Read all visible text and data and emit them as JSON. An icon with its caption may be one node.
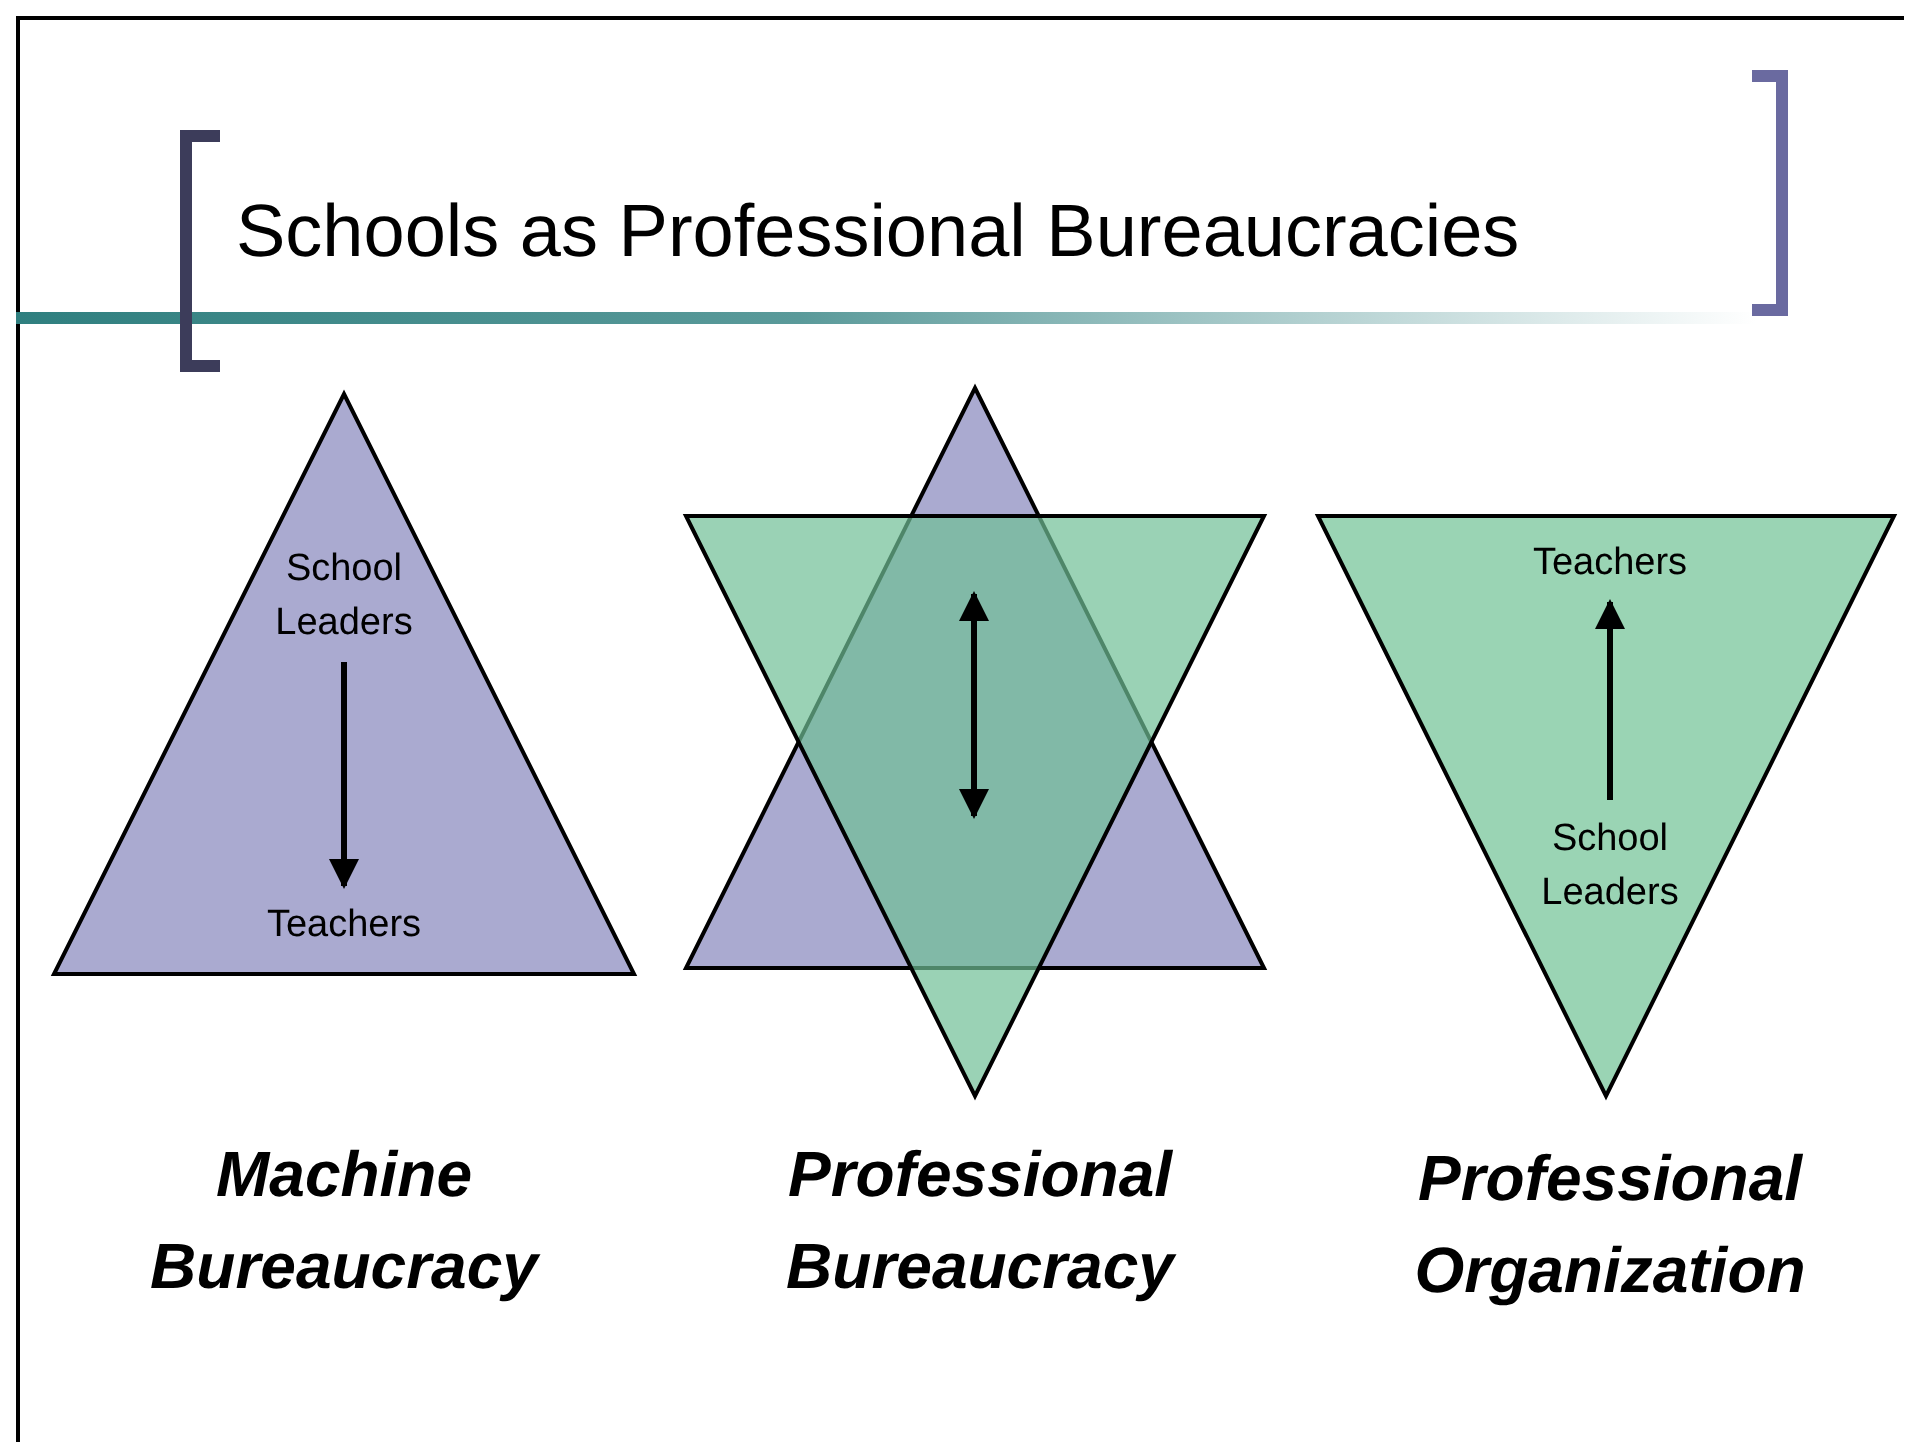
{
  "diagram": {
    "title": "Schools as Professional Bureaucracies",
    "nodes": [
      {
        "text": [],
        "shape": "triangle"
      },
      {
        "text": [
          "School Leaders"
        ],
        "in": 0
      },
      {
        "text": [
          "Teachers"
        ],
        "in": 0
      },
      {
        "text": [],
        "shape": "triangle"
      },
      {
        "text": [],
        "shape": "triangle"
      },
      {
        "text": [],
        "shape": "triangle"
      },
      {
        "text": [
          "Teachers"
        ],
        "in": 5
      },
      {
        "text": [
          "School Leaders"
        ],
        "in": 5
      }
    ],
    "edges": [
      {
        "from": 1,
        "to": 2,
        "arrow": "to"
      },
      {
        "from": 7,
        "to": 6,
        "arrow": "to"
      }
    ],
    "labels": [
      "Machine Bureaucracy",
      "Professional Bureaucracy",
      "Professional Organization"
    ]
  }
}
